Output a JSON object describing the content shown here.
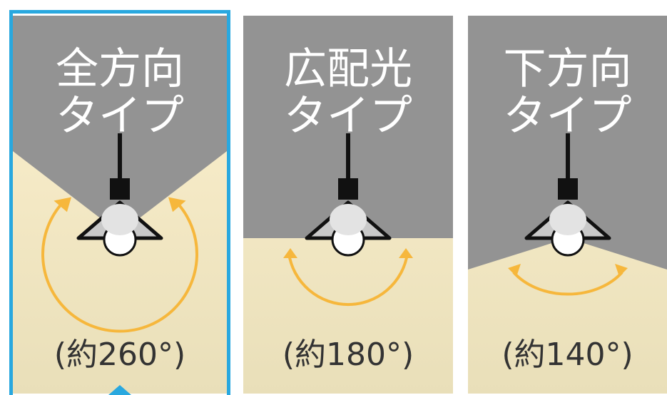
{
  "colors": {
    "ceiling_gray": "#939393",
    "light_top": "#fdf1cf",
    "light_bottom": "#e9dfb9",
    "arrow": "#f6b73c",
    "selection": "#29a8df"
  },
  "panels": [
    {
      "id": "omni",
      "title_line1": "全方向",
      "title_line2": "タイプ",
      "angle": "(約260°)",
      "selected": true
    },
    {
      "id": "wide",
      "title_line1": "広配光",
      "title_line2": "タイプ",
      "angle": "(約180°)",
      "selected": false
    },
    {
      "id": "down",
      "title_line1": "下方向",
      "title_line2": "タイプ",
      "angle": "(約140°)",
      "selected": false
    }
  ]
}
